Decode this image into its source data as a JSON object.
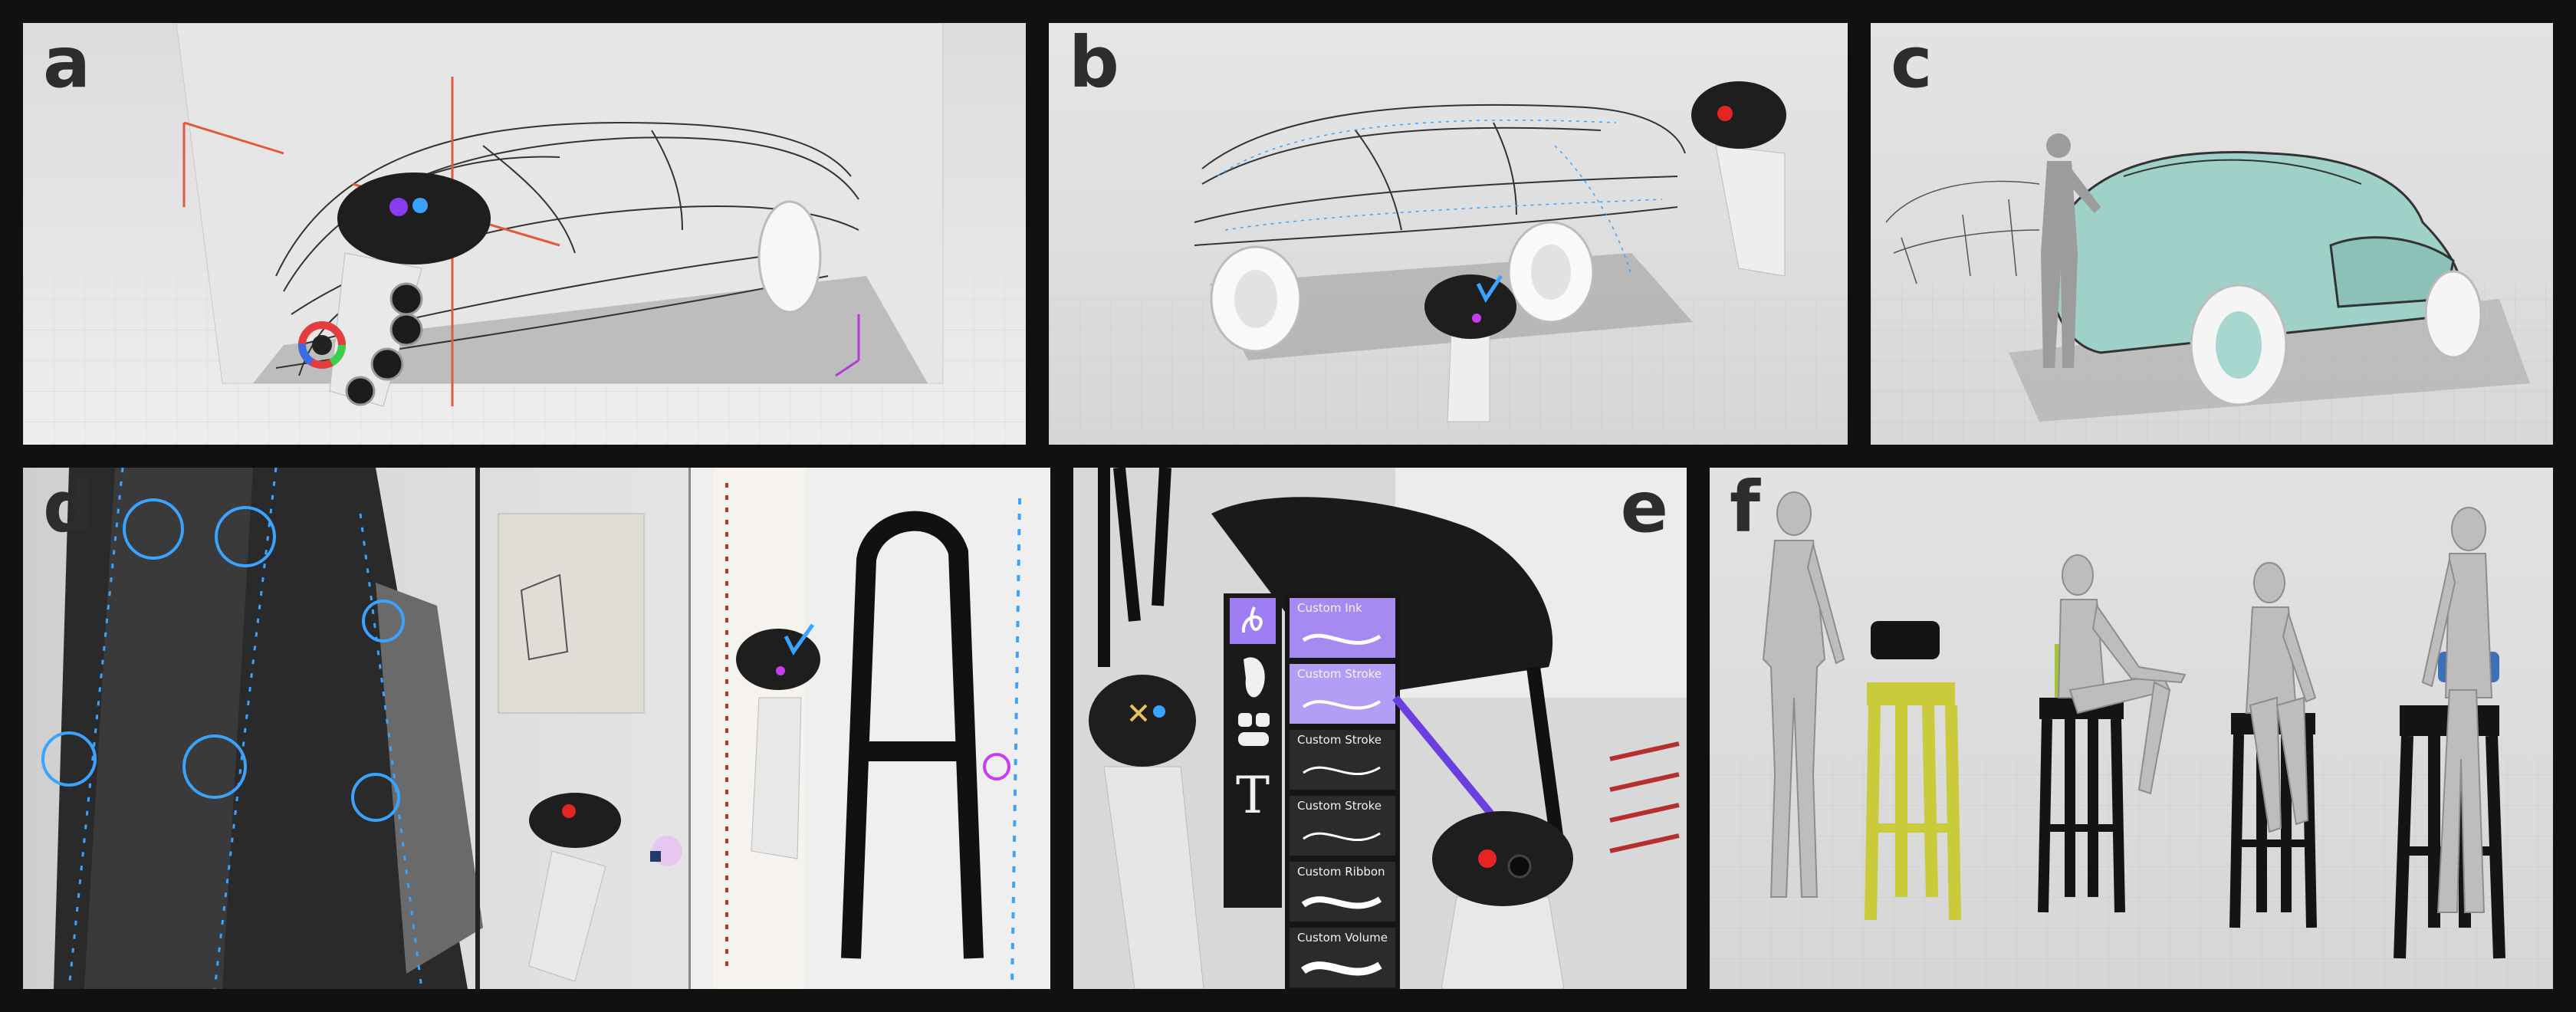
{
  "panels": {
    "a": {
      "label": "a"
    },
    "b": {
      "label": "b"
    },
    "c": {
      "label": "c"
    },
    "d": {
      "label": "d"
    },
    "e": {
      "label": "e",
      "brush_menu": [
        "Custom Ink",
        "Custom Stroke",
        "Custom Stroke",
        "Custom Stroke",
        "Custom Ribbon",
        "Custom Volume"
      ],
      "text_tool_glyph": "T"
    },
    "f": {
      "label": "f"
    }
  },
  "colors": {
    "frame": "#111111",
    "selection_blue": "#3aa3ff",
    "menu_purple": "#9f7ef5",
    "stool_yellow": "#c9cb3a",
    "stool_blue": "#3f6fb4",
    "car_teal": "#9fd1c9",
    "axis_red": "#e5583c"
  }
}
